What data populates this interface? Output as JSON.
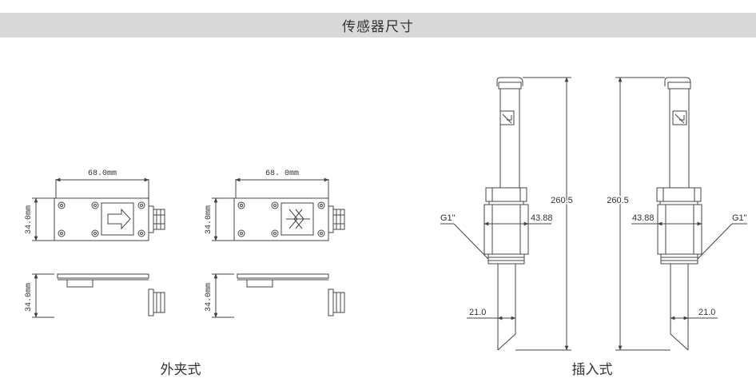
{
  "header": {
    "title": "传感器尺寸"
  },
  "clamp": {
    "caption": "外夹式",
    "width_label_a": "68.0mm",
    "width_label_b": "68. 0mm",
    "height_label": "34.0mm",
    "height_label_side": "34.0mm"
  },
  "insert": {
    "caption": "插入式",
    "length_label": "260.5",
    "thread_label": "G1\"",
    "hex_label": "43.88",
    "dia_label": "21.0"
  },
  "colors": {
    "line": "#444444",
    "header_bg": "#d9d9d9"
  }
}
